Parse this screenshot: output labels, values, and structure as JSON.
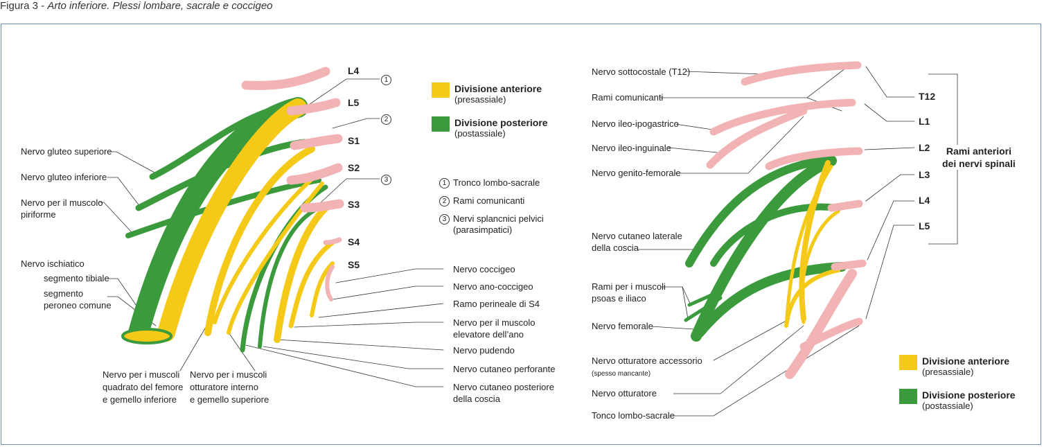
{
  "caption": {
    "prefix": "Figura 3 - ",
    "title": "Arto inferiore. Plessi lombare, sacrale e coccigeo"
  },
  "colors": {
    "anterior": "#f5c918",
    "posterior": "#3a9a3c",
    "nerve_root": "#f2b3b5",
    "frame": "#6b8fb6"
  },
  "legend": {
    "anterior_title": "Divisione anteriore",
    "anterior_sub": "(presassiale)",
    "posterior_title": "Divisione posteriore",
    "posterior_sub": "(postassiale)"
  },
  "notes": [
    {
      "num": "1",
      "text": "Tronco lombo-sacrale"
    },
    {
      "num": "2",
      "text": "Rami comunicanti"
    },
    {
      "num": "3",
      "text": "Nervi splancnici pelvici",
      "text2": "(parasimpatici)"
    }
  ],
  "left": {
    "segments": [
      "L4",
      "L5",
      "S1",
      "S2",
      "S3",
      "S4",
      "S5"
    ],
    "labels_left": {
      "gluteo_sup": "Nervo gluteo superiore",
      "gluteo_inf": "Nervo gluteo inferiore",
      "piriforme_1": "Nervo per il muscolo",
      "piriforme_2": "piriforme",
      "ischiatico": "Nervo ischiatico",
      "tibiale": "segmento tibiale",
      "peroneo_1": "segmento",
      "peroneo_2": "peroneo comune"
    },
    "labels_bottom": {
      "quadrato_1": "Nervo per i muscoli",
      "quadrato_2": "quadrato del femore",
      "quadrato_3": "e gemello inferiore",
      "otturatore_1": "Nervo per i muscoli",
      "otturatore_2": "otturatore interno",
      "otturatore_3": "e gemello superiore"
    },
    "labels_right": {
      "coccigeo": "Nervo coccigeo",
      "ano": "Nervo ano-coccigeo",
      "perineale": "Ramo perineale di S4",
      "elevatore_1": "Nervo per il muscolo",
      "elevatore_2": "elevatore dell’ano",
      "pudendo": "Nervo pudendo",
      "perforante": "Nervo cutaneo perforante",
      "posteriore_1": "Nervo cutaneo posteriore",
      "posteriore_2": "della coscia"
    }
  },
  "right": {
    "segments": [
      "T12",
      "L1",
      "L2",
      "L3",
      "L4",
      "L5"
    ],
    "rami_1": "Rami anteriori",
    "rami_2": "dei nervi spinali",
    "labels": {
      "sottocostale": "Nervo sottocostale (T12)",
      "comunicanti": "Rami comunicanti",
      "ileo_ipo": "Nervo ileo-ipogastrico",
      "ileo_ing": "Nervo ileo-inguinale",
      "genito": "Nervo genito-femorale",
      "cutaneo_1": "Nervo cutaneo laterale",
      "cutaneo_2": "della coscia",
      "psoas_1": "Rami per i muscoli",
      "psoas_2": "psoas e iliaco",
      "femorale": "Nervo femorale",
      "acc_1": "Nervo otturatore accessorio",
      "acc_2": "(spesso mancante)",
      "otturatore": "Nervo otturatore",
      "tronco": "Tonco lombo-sacrale"
    }
  }
}
